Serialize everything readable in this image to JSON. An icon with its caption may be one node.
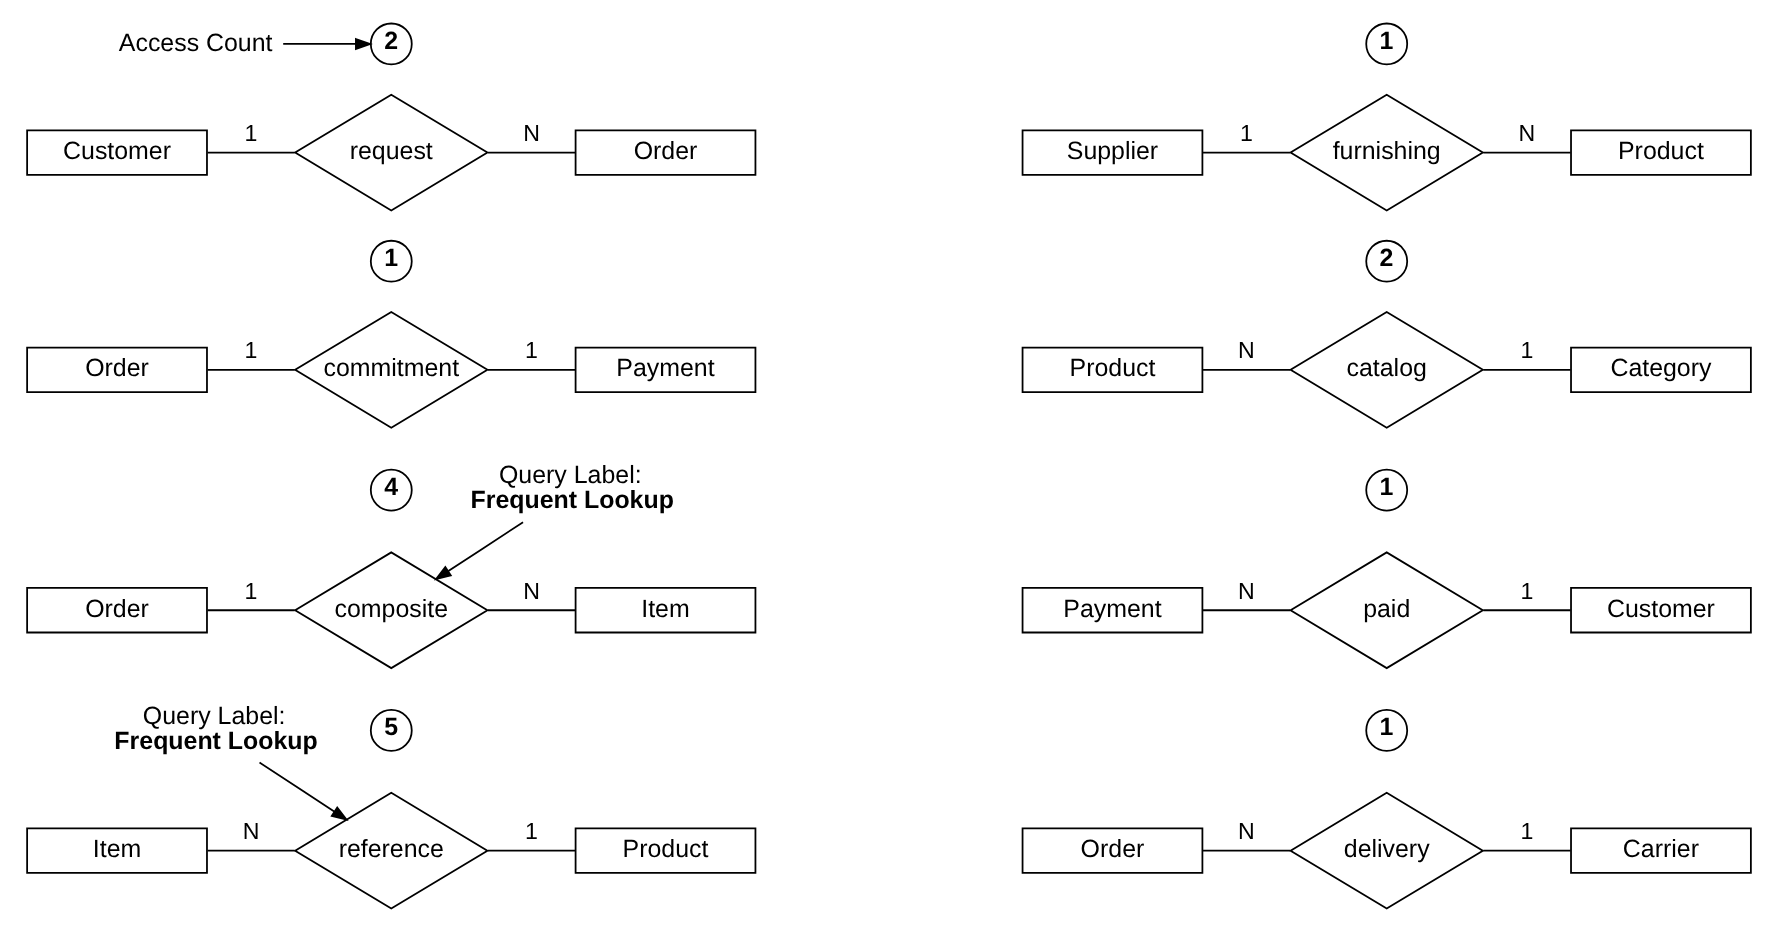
{
  "diagram": {
    "nodes": [
      {
        "text": [
          "Access Count"
        ]
      },
      {
        "text": [
          "2"
        ]
      },
      {
        "text": [
          "Customer"
        ]
      },
      {
        "text": [
          "request"
        ]
      },
      {
        "text": [
          "Order"
        ]
      },
      {
        "text": [
          "1"
        ]
      },
      {
        "text": [
          "Order"
        ]
      },
      {
        "text": [
          "commitment"
        ]
      },
      {
        "text": [
          "Payment"
        ]
      },
      {
        "text": [
          "Query Label:",
          "Frequent Lookup"
        ]
      },
      {
        "text": [
          "4"
        ]
      },
      {
        "text": [
          "Order"
        ]
      },
      {
        "text": [
          "composite"
        ]
      },
      {
        "text": [
          "Item"
        ]
      },
      {
        "text": [
          "Query Label:",
          "Frequent Lookup"
        ]
      },
      {
        "text": [
          "5"
        ]
      },
      {
        "text": [
          "Item"
        ]
      },
      {
        "text": [
          "reference"
        ]
      },
      {
        "text": [
          "Product"
        ]
      },
      {
        "text": [
          "1"
        ]
      },
      {
        "text": [
          "Supplier"
        ]
      },
      {
        "text": [
          "furnishing"
        ]
      },
      {
        "text": [
          "Product"
        ]
      },
      {
        "text": [
          "2"
        ]
      },
      {
        "text": [
          "Product"
        ]
      },
      {
        "text": [
          "catalog"
        ]
      },
      {
        "text": [
          "Category"
        ]
      },
      {
        "text": [
          "1"
        ]
      },
      {
        "text": [
          "Payment"
        ]
      },
      {
        "text": [
          "paid"
        ]
      },
      {
        "text": [
          "Customer"
        ]
      },
      {
        "text": [
          "1"
        ]
      },
      {
        "text": [
          "Order"
        ]
      },
      {
        "text": [
          "delivery"
        ]
      },
      {
        "text": [
          "Carrier"
        ]
      }
    ],
    "edges": [
      {
        "from": 0,
        "to": 1,
        "arrow": "to"
      },
      {
        "from": 2,
        "to": 3,
        "arrow": "none",
        "label": "1"
      },
      {
        "from": 3,
        "to": 4,
        "arrow": "none",
        "label": "N"
      },
      {
        "from": 6,
        "to": 7,
        "arrow": "none",
        "label": "1"
      },
      {
        "from": 7,
        "to": 8,
        "arrow": "none",
        "label": "1"
      },
      {
        "from": 9,
        "to": 12,
        "arrow": "to"
      },
      {
        "from": 11,
        "to": 12,
        "arrow": "none",
        "label": "1"
      },
      {
        "from": 12,
        "to": 13,
        "arrow": "none",
        "label": "N"
      },
      {
        "from": 14,
        "to": 17,
        "arrow": "to"
      },
      {
        "from": 16,
        "to": 17,
        "arrow": "none",
        "label": "N"
      },
      {
        "from": 17,
        "to": 18,
        "arrow": "none",
        "label": "1"
      },
      {
        "from": 20,
        "to": 21,
        "arrow": "none",
        "label": "1"
      },
      {
        "from": 21,
        "to": 22,
        "arrow": "none",
        "label": "N"
      },
      {
        "from": 24,
        "to": 25,
        "arrow": "none",
        "label": "N"
      },
      {
        "from": 25,
        "to": 26,
        "arrow": "none",
        "label": "1"
      },
      {
        "from": 28,
        "to": 29,
        "arrow": "none",
        "label": "N"
      },
      {
        "from": 29,
        "to": 30,
        "arrow": "none",
        "label": "1"
      },
      {
        "from": 32,
        "to": 33,
        "arrow": "none",
        "label": "N"
      },
      {
        "from": 33,
        "to": 34,
        "arrow": "none",
        "label": "1"
      }
    ]
  }
}
